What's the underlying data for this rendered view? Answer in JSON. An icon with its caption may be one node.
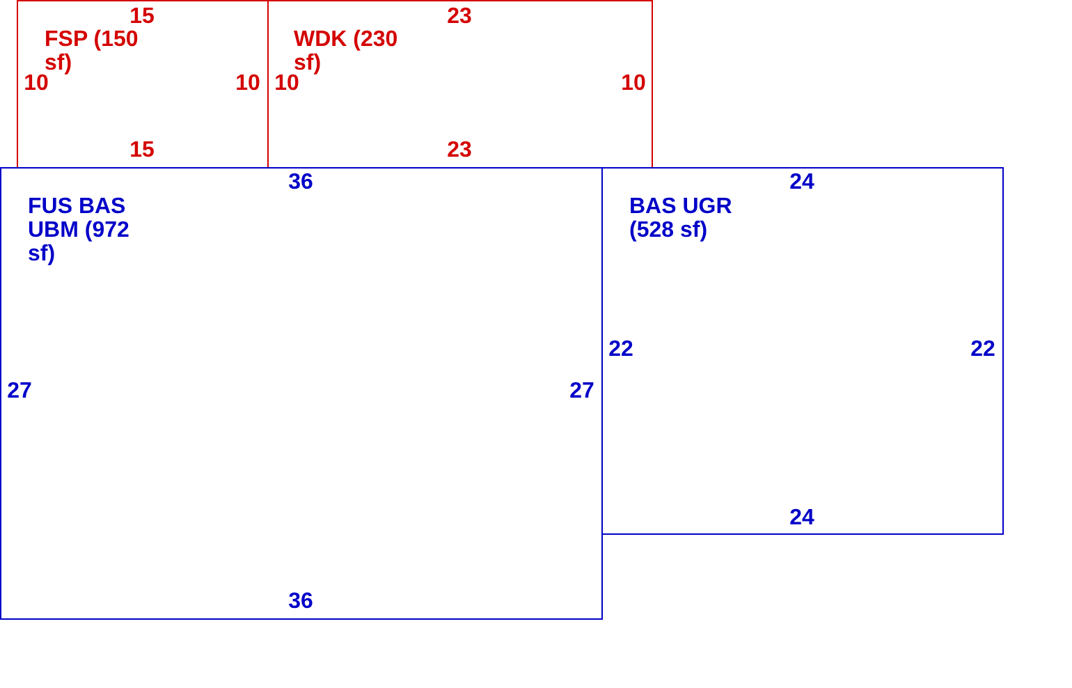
{
  "diagram": {
    "nodes": [
      {
        "text": [
          "FSP (150 sf)"
        ]
      },
      {
        "text": [
          "WDK (230 sf)"
        ]
      },
      {
        "text": [
          "FUS BAS UBM (972 sf)"
        ]
      },
      {
        "text": [
          "BAS UGR (528 sf)"
        ]
      }
    ],
    "labels": [
      "15",
      "23",
      "10",
      "10",
      "10",
      "10",
      "15",
      "23",
      "36",
      "24",
      "22",
      "22",
      "27",
      "27",
      "24",
      "36"
    ]
  }
}
